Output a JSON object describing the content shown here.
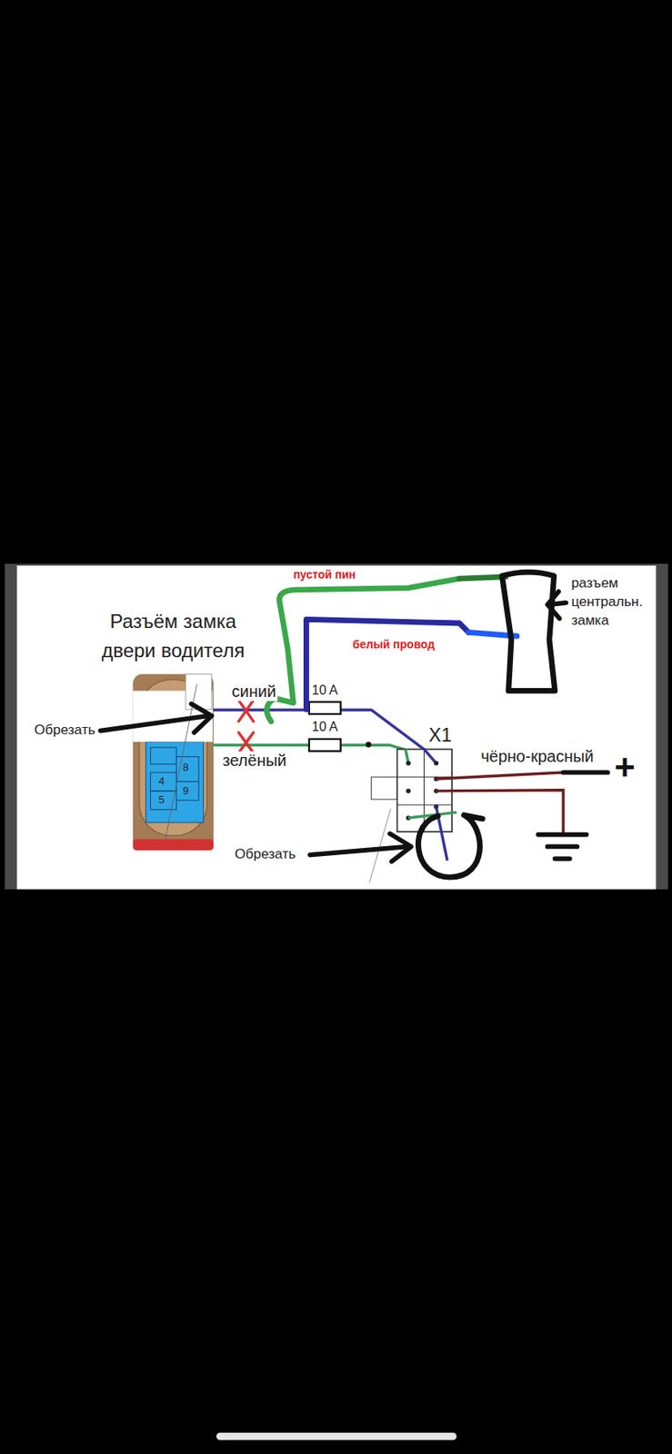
{
  "diagram": {
    "nodes": [
      {
        "text": [
          "Разъём замка двери водителя"
        ]
      },
      {
        "text": [
          "X1"
        ]
      },
      {
        "text": [
          "разъем центральн. замка"
        ]
      }
    ],
    "edges": [
      {
        "from": 0,
        "to": 1,
        "arrow": "none"
      },
      {
        "from": 0,
        "to": 1,
        "arrow": "none"
      }
    ],
    "labels": [
      "Обрезать",
      "синий",
      "зелёный",
      "10 A",
      "10 A",
      "пустой пин",
      "белый провод",
      "чёрно-красный",
      "+",
      "Обрезать",
      "8",
      "4",
      "9",
      "5"
    ]
  }
}
